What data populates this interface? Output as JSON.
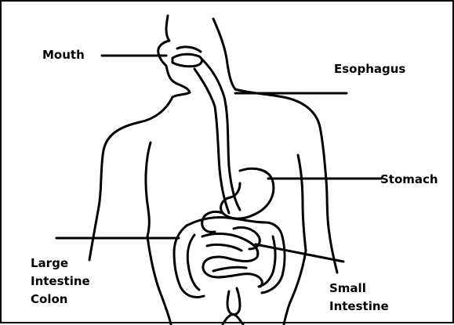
{
  "diagram": {
    "labels": {
      "mouth": "Mouth",
      "esophagus": "Esophagus",
      "stomach": "Stomach",
      "large_intestine": [
        "Large",
        "Intestine",
        "Colon"
      ],
      "small_intestine": [
        "Small",
        "Intestine"
      ]
    },
    "colors": {
      "stroke": "#000000",
      "background": "#ffffff"
    }
  }
}
